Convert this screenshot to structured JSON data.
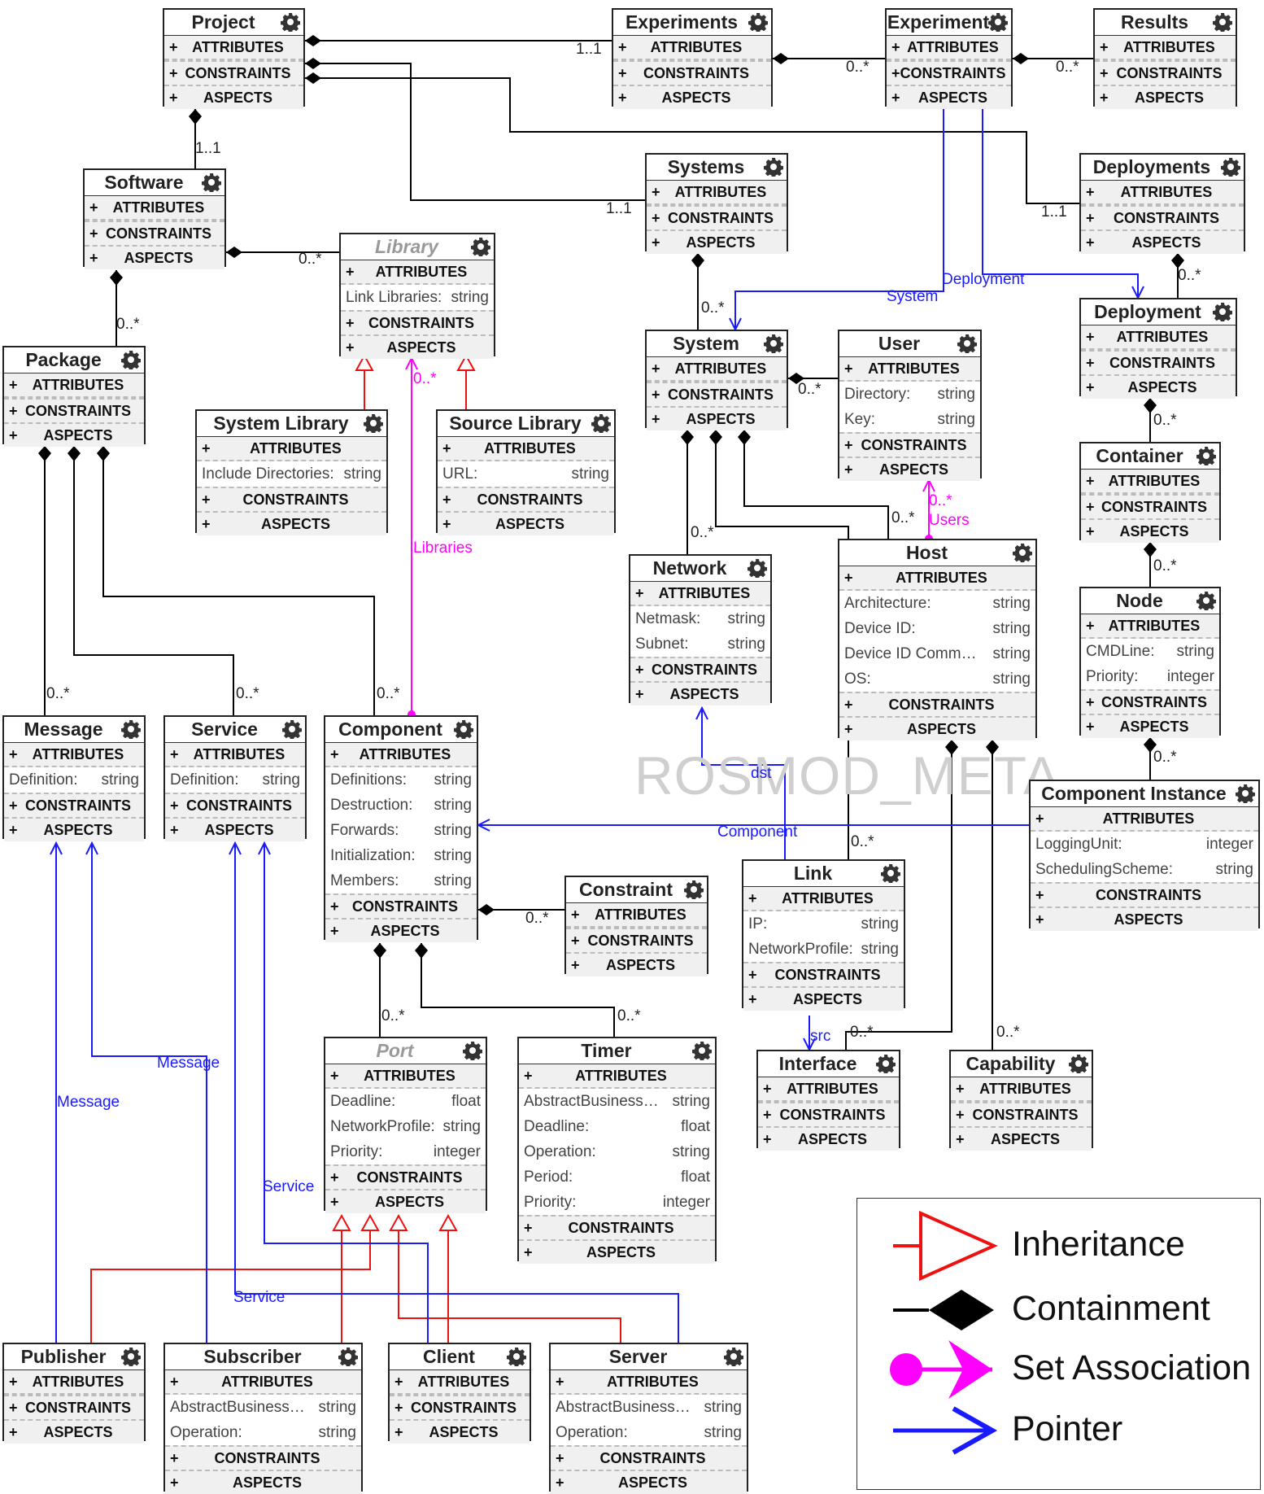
{
  "watermark": "ROSMOD_META",
  "section_labels": {
    "attributes": "ATTRIBUTES",
    "constraints": "CONSTRAINTS",
    "aspects": "ASPECTS",
    "plus": "+"
  },
  "colors": {
    "inheritance": "#ee1111",
    "containment": "#000000",
    "set_association": "#ff00ff",
    "pointer": "#1a1aff"
  },
  "boxes": [
    {
      "id": "project",
      "name": "Project",
      "abstract": false,
      "fields": []
    },
    {
      "id": "experiments",
      "name": "Experiments",
      "abstract": false,
      "fields": []
    },
    {
      "id": "experiment",
      "name": "Experiment",
      "abstract": false,
      "fields": []
    },
    {
      "id": "results",
      "name": "Results",
      "abstract": false,
      "fields": []
    },
    {
      "id": "software",
      "name": "Software",
      "abstract": false,
      "fields": []
    },
    {
      "id": "library",
      "name": "Library",
      "abstract": true,
      "fields": [
        {
          "n": "Link Libraries:",
          "t": "string"
        }
      ]
    },
    {
      "id": "systems",
      "name": "Systems",
      "abstract": false,
      "fields": []
    },
    {
      "id": "deployments",
      "name": "Deployments",
      "abstract": false,
      "fields": []
    },
    {
      "id": "package",
      "name": "Package",
      "abstract": false,
      "fields": []
    },
    {
      "id": "syslib",
      "name": "System Library",
      "abstract": false,
      "fields": [
        {
          "n": "Include Directories:",
          "t": "string"
        }
      ]
    },
    {
      "id": "srclib",
      "name": "Source Library",
      "abstract": false,
      "fields": [
        {
          "n": "URL:",
          "t": "string"
        }
      ]
    },
    {
      "id": "system",
      "name": "System",
      "abstract": false,
      "fields": []
    },
    {
      "id": "user",
      "name": "User",
      "abstract": false,
      "fields": [
        {
          "n": "Directory:",
          "t": "string"
        },
        {
          "n": "Key:",
          "t": "string"
        }
      ]
    },
    {
      "id": "deployment",
      "name": "Deployment",
      "abstract": false,
      "fields": []
    },
    {
      "id": "container",
      "name": "Container",
      "abstract": false,
      "fields": []
    },
    {
      "id": "network",
      "name": "Network",
      "abstract": false,
      "fields": [
        {
          "n": "Netmask:",
          "t": "string"
        },
        {
          "n": "Subnet:",
          "t": "string"
        }
      ]
    },
    {
      "id": "host",
      "name": "Host",
      "abstract": false,
      "fields": [
        {
          "n": "Architecture:",
          "t": "string"
        },
        {
          "n": "Device ID:",
          "t": "string"
        },
        {
          "n": "Device ID Comm…",
          "t": "string"
        },
        {
          "n": "OS:",
          "t": "string"
        }
      ]
    },
    {
      "id": "node",
      "name": "Node",
      "abstract": false,
      "fields": [
        {
          "n": "CMDLine:",
          "t": "string"
        },
        {
          "n": "Priority:",
          "t": "integer"
        }
      ]
    },
    {
      "id": "message",
      "name": "Message",
      "abstract": false,
      "fields": [
        {
          "n": "Definition:",
          "t": "string"
        }
      ]
    },
    {
      "id": "service",
      "name": "Service",
      "abstract": false,
      "fields": [
        {
          "n": "Definition:",
          "t": "string"
        }
      ]
    },
    {
      "id": "component",
      "name": "Component",
      "abstract": false,
      "fields": [
        {
          "n": "Definitions:",
          "t": "string"
        },
        {
          "n": "Destruction:",
          "t": "string"
        },
        {
          "n": "Forwards:",
          "t": "string"
        },
        {
          "n": "Initialization:",
          "t": "string"
        },
        {
          "n": "Members:",
          "t": "string"
        }
      ]
    },
    {
      "id": "compinst",
      "name": "Component Instance",
      "abstract": false,
      "fields": [
        {
          "n": "LoggingUnit:",
          "t": "integer"
        },
        {
          "n": "SchedulingScheme:",
          "t": "string"
        }
      ]
    },
    {
      "id": "constraint",
      "name": "Constraint",
      "abstract": false,
      "fields": []
    },
    {
      "id": "link",
      "name": "Link",
      "abstract": false,
      "fields": [
        {
          "n": "IP:",
          "t": "string"
        },
        {
          "n": "NetworkProfile:",
          "t": "string"
        }
      ]
    },
    {
      "id": "port",
      "name": "Port",
      "abstract": true,
      "fields": [
        {
          "n": "Deadline:",
          "t": "float"
        },
        {
          "n": "NetworkProfile:",
          "t": "string"
        },
        {
          "n": "Priority:",
          "t": "integer"
        }
      ]
    },
    {
      "id": "timer",
      "name": "Timer",
      "abstract": false,
      "fields": [
        {
          "n": "AbstractBusiness…",
          "t": "string"
        },
        {
          "n": "Deadline:",
          "t": "float"
        },
        {
          "n": "Operation:",
          "t": "string"
        },
        {
          "n": "Period:",
          "t": "float"
        },
        {
          "n": "Priority:",
          "t": "integer"
        }
      ]
    },
    {
      "id": "interface",
      "name": "Interface",
      "abstract": false,
      "fields": []
    },
    {
      "id": "capability",
      "name": "Capability",
      "abstract": false,
      "fields": []
    },
    {
      "id": "publisher",
      "name": "Publisher",
      "abstract": false,
      "fields": []
    },
    {
      "id": "subscriber",
      "name": "Subscriber",
      "abstract": false,
      "fields": [
        {
          "n": "AbstractBusiness…",
          "t": "string"
        },
        {
          "n": "Operation:",
          "t": "string"
        }
      ]
    },
    {
      "id": "client",
      "name": "Client",
      "abstract": false,
      "fields": []
    },
    {
      "id": "server",
      "name": "Server",
      "abstract": false,
      "fields": [
        {
          "n": "AbstractBusiness…",
          "t": "string"
        },
        {
          "n": "Operation:",
          "t": "string"
        }
      ]
    }
  ],
  "edge_labels": [
    {
      "id": "m-proj-exps",
      "text": "1..1",
      "kind": "mult"
    },
    {
      "id": "m-exps-exp",
      "text": "0..*",
      "kind": "mult"
    },
    {
      "id": "m-exp-res",
      "text": "0..*",
      "kind": "mult"
    },
    {
      "id": "m-proj-sw",
      "text": "1..1",
      "kind": "mult"
    },
    {
      "id": "m-proj-systems",
      "text": "1..1",
      "kind": "mult"
    },
    {
      "id": "m-proj-deps",
      "text": "1..1",
      "kind": "mult"
    },
    {
      "id": "m-sw-lib",
      "text": "0..*",
      "kind": "mult"
    },
    {
      "id": "m-sw-pkg",
      "text": "0..*",
      "kind": "mult"
    },
    {
      "id": "m-systems-system",
      "text": "0..*",
      "kind": "mult"
    },
    {
      "id": "m-deps-dep",
      "text": "0..*",
      "kind": "mult"
    },
    {
      "id": "m-system-user",
      "text": "0..*",
      "kind": "mult"
    },
    {
      "id": "m-dep-cont",
      "text": "0..*",
      "kind": "mult"
    },
    {
      "id": "m-cont-node",
      "text": "0..*",
      "kind": "mult"
    },
    {
      "id": "m-node-ci",
      "text": "0..*",
      "kind": "mult"
    },
    {
      "id": "m-system-network",
      "text": "0..*",
      "kind": "mult"
    },
    {
      "id": "m-system-host",
      "text": "0..*",
      "kind": "mult"
    },
    {
      "id": "m-pkg-msg",
      "text": "0..*",
      "kind": "mult"
    },
    {
      "id": "m-pkg-svc",
      "text": "0..*",
      "kind": "mult"
    },
    {
      "id": "m-pkg-comp",
      "text": "0..*",
      "kind": "mult"
    },
    {
      "id": "m-system-link",
      "text": "0..*",
      "kind": "mult"
    },
    {
      "id": "m-comp-constraint",
      "text": "0..*",
      "kind": "mult"
    },
    {
      "id": "m-comp-port",
      "text": "0..*",
      "kind": "mult"
    },
    {
      "id": "m-comp-timer",
      "text": "0..*",
      "kind": "mult"
    },
    {
      "id": "m-host-iface",
      "text": "0..*",
      "kind": "mult"
    },
    {
      "id": "m-host-cap",
      "text": "0..*",
      "kind": "mult"
    },
    {
      "id": "s-lib-mult",
      "text": "0..*",
      "kind": "set"
    },
    {
      "id": "s-libraries",
      "text": "Libraries",
      "kind": "set"
    },
    {
      "id": "s-users-mult",
      "text": "0..*",
      "kind": "set"
    },
    {
      "id": "s-users",
      "text": "Users",
      "kind": "set"
    },
    {
      "id": "p-system",
      "text": "System",
      "kind": "ptr"
    },
    {
      "id": "p-deployment",
      "text": "Deployment",
      "kind": "ptr"
    },
    {
      "id": "p-dst",
      "text": "dst",
      "kind": "ptr"
    },
    {
      "id": "p-component",
      "text": "Component",
      "kind": "ptr"
    },
    {
      "id": "p-src",
      "text": "src",
      "kind": "ptr"
    },
    {
      "id": "p-message1",
      "text": "Message",
      "kind": "ptr"
    },
    {
      "id": "p-message2",
      "text": "Message",
      "kind": "ptr"
    },
    {
      "id": "p-service1",
      "text": "Service",
      "kind": "ptr"
    },
    {
      "id": "p-service2",
      "text": "Service",
      "kind": "ptr"
    }
  ],
  "legend": [
    {
      "kind": "inheritance",
      "label": "Inheritance"
    },
    {
      "kind": "containment",
      "label": "Containment"
    },
    {
      "kind": "set",
      "label": "Set Association"
    },
    {
      "kind": "pointer",
      "label": "Pointer"
    }
  ]
}
